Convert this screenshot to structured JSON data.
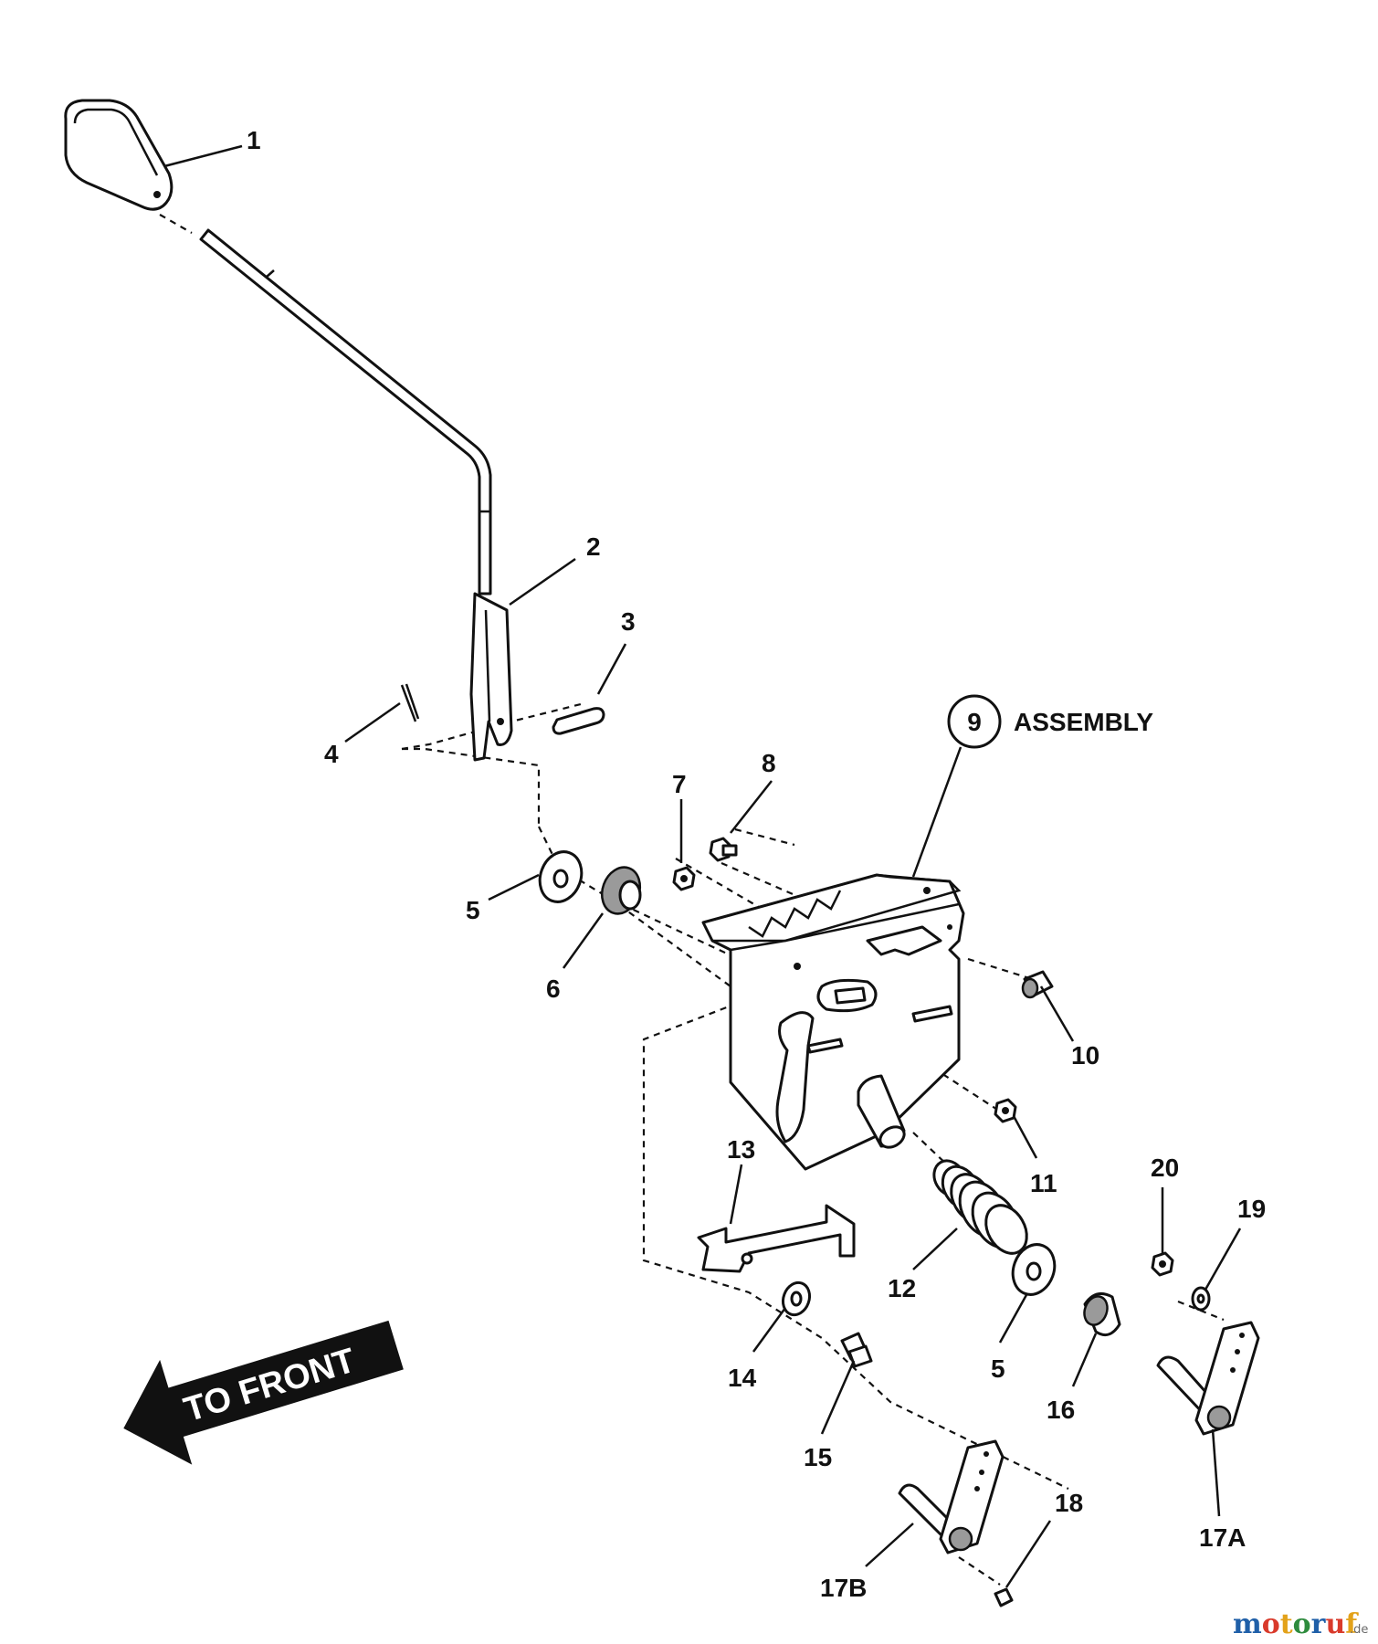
{
  "diagram": {
    "callouts": {
      "c1": "1",
      "c2": "2",
      "c3": "3",
      "c4": "4",
      "c5a": "5",
      "c5b": "5",
      "c6": "6",
      "c7": "7",
      "c8": "8",
      "c9": "9",
      "c10": "10",
      "c11": "11",
      "c12": "12",
      "c13": "13",
      "c14": "14",
      "c15": "15",
      "c16": "16",
      "c17a": "17A",
      "c17b": "17B",
      "c18": "18",
      "c19": "19",
      "c20": "20"
    },
    "assembly_text": "ASSEMBLY",
    "direction_text": "TO FRONT"
  },
  "watermark": {
    "letters": [
      "m",
      "o",
      "t",
      "o",
      "r",
      "u",
      "f"
    ],
    "letter_colors": [
      "#1f5fa8",
      "#d93a2b",
      "#e3a21a",
      "#2e8b3d",
      "#1f5fa8",
      "#d93a2b",
      "#e3a21a"
    ],
    "suffix": ".de"
  }
}
